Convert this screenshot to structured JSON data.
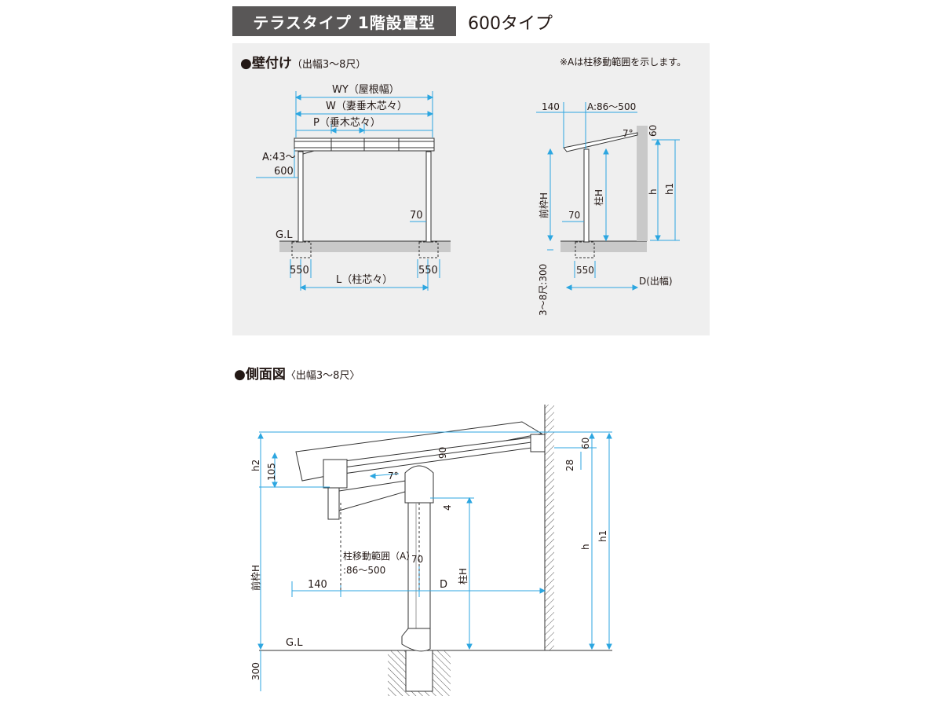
{
  "header": {
    "tag": "テラスタイプ 1階設置型",
    "type_label": "600タイプ"
  },
  "wall_section": {
    "title": "●壁付け",
    "subtitle": "（出幅3～8尺）",
    "note": "※Aは柱移動範囲を示します。"
  },
  "side_section": {
    "title": "●側面図",
    "subtitle": "〈出幅3～8尺〉"
  },
  "front_view": {
    "wy": "WY（屋根幅）",
    "w": "W（妻垂木芯々）",
    "p": "P（垂木芯々）",
    "a1": "A:43～",
    "a2": "600",
    "post": "70",
    "gl": "G.L",
    "found_left": "550",
    "found_right": "550",
    "l": "L（柱芯々）"
  },
  "side_view_small": {
    "d140": "140",
    "a": "A:86～500",
    "angle": "7°",
    "d60": "60",
    "front_h": "前枠H",
    "post_h": "柱H",
    "h": "h",
    "h1": "h1",
    "post": "70",
    "found": "550",
    "depth": "3～8尺:300",
    "d": "D(出幅)"
  },
  "side_view_large": {
    "h2": "h2",
    "d105": "105",
    "d90": "90",
    "d60": "60",
    "d28": "28",
    "angle": "7°",
    "d4": "4",
    "range1": "柱移動範囲（A）",
    "range2": ":86～500",
    "post": "70",
    "front_h": "前枠H",
    "post_h": "柱H",
    "h": "h",
    "h1": "h1",
    "d140": "140",
    "d": "D",
    "gl": "G.L",
    "d300": "300"
  }
}
